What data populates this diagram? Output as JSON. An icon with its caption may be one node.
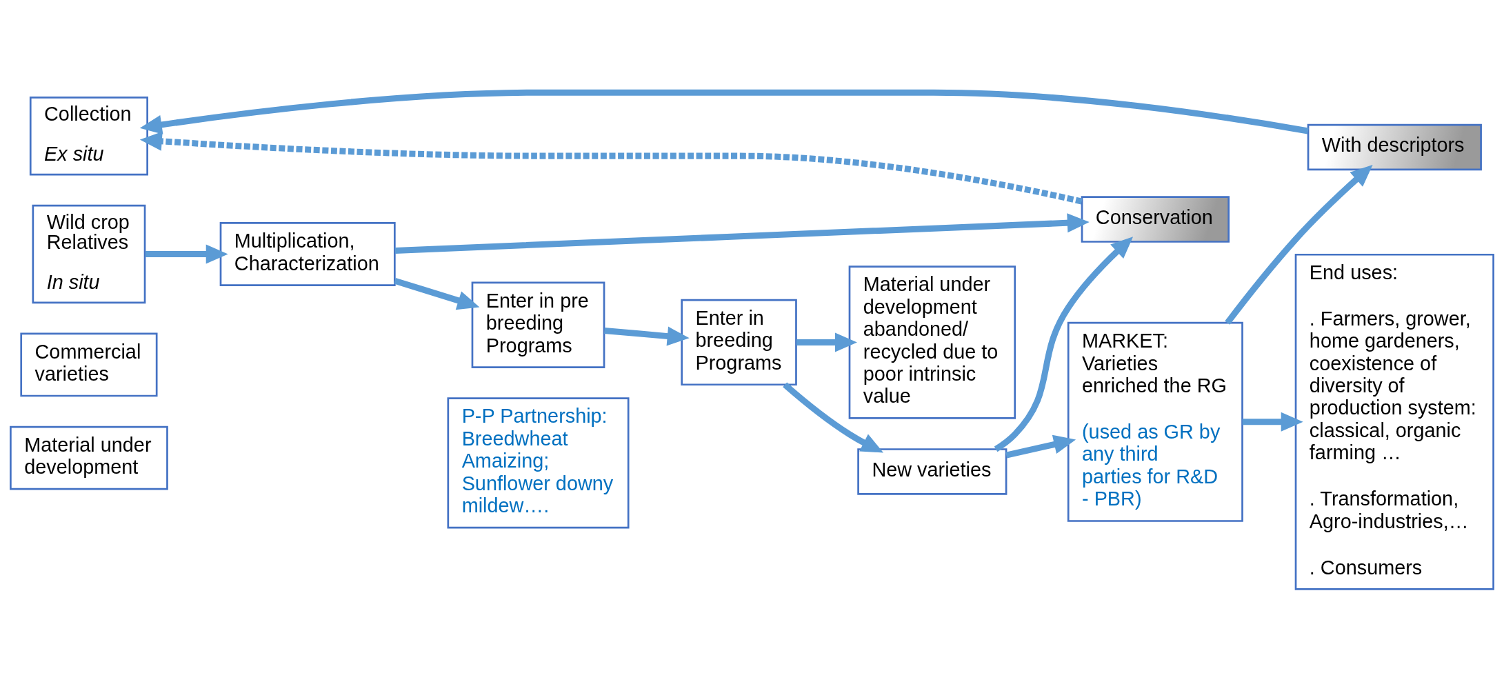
{
  "diagram": {
    "nodes": [
      {
        "text": [
          "Collection",
          "Ex situ"
        ]
      },
      {
        "text": [
          "Wild crop Relatives",
          "In situ"
        ]
      },
      {
        "text": [
          "Commercial varieties"
        ]
      },
      {
        "text": [
          "Material under development"
        ]
      },
      {
        "text": [
          "Multiplication, Characterization"
        ]
      },
      {
        "text": [
          "Conservation"
        ]
      },
      {
        "text": [
          "With descriptors"
        ]
      },
      {
        "text": [
          "Enter in pre breeding Programs"
        ]
      },
      {
        "text": [
          "P-P Partnership: Breedwheat Amaizing; Sunflower downy mildew…."
        ]
      },
      {
        "text": [
          "Enter in breeding Programs"
        ]
      },
      {
        "text": [
          "New varieties"
        ]
      },
      {
        "text": [
          "Material under development abandoned/ recycled due to poor intrinsic value"
        ]
      },
      {
        "text": [
          "MARKET: Varieties enriched the RG",
          "(used as GR by any third parties for R&D - PBR)"
        ]
      },
      {
        "text": [
          "End uses:",
          ". Farmers, grower, home gardeners, coexistence of diversity of production system: classical, organic farming …",
          ". Transformation, Agro-industries,…",
          ". Consumers"
        ]
      }
    ],
    "edges": [
      {
        "from": 1,
        "to": 4,
        "arrow": "to"
      },
      {
        "from": 4,
        "to": 5,
        "arrow": "to"
      },
      {
        "from": 4,
        "to": 7,
        "arrow": "to"
      },
      {
        "from": 7,
        "to": 9,
        "arrow": "to"
      },
      {
        "from": 9,
        "to": 10,
        "arrow": "to"
      },
      {
        "from": 9,
        "to": 11,
        "arrow": "to"
      },
      {
        "from": 10,
        "to": 5,
        "arrow": "to"
      },
      {
        "from": 10,
        "to": 12,
        "arrow": "to"
      },
      {
        "from": 12,
        "to": 6,
        "arrow": "to"
      },
      {
        "from": 12,
        "to": 13,
        "arrow": "to"
      },
      {
        "from": 6,
        "to": 0,
        "arrow": "to"
      },
      {
        "from": 5,
        "to": 0,
        "arrow": "to",
        "style": "dashed"
      }
    ]
  }
}
